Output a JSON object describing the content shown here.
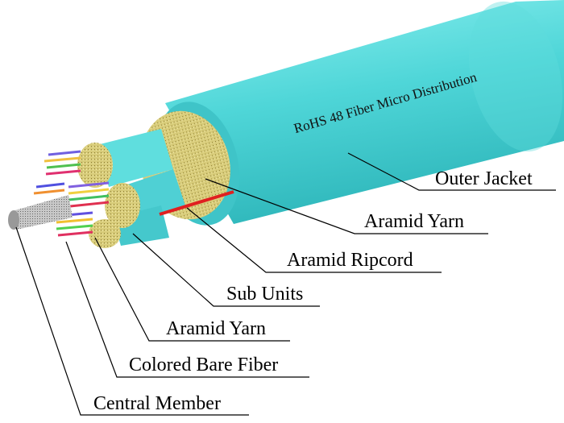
{
  "title_on_jacket": "RoHS 48 Fiber Micro Distribution",
  "labels": {
    "outer_jacket": "Outer Jacket",
    "aramid_yarn_outer": "Aramid Yarn",
    "aramid_ripcord": "Aramid Ripcord",
    "sub_units": "Sub Units",
    "aramid_yarn_inner": "Aramid Yarn",
    "colored_bare_fiber": "Colored Bare Fiber",
    "central_member": "Central Member"
  },
  "colors": {
    "jacket": "#4fd6d8",
    "yarn": "#d8cc7a",
    "ripcord": "#e02020",
    "member": "#b8b8b8"
  }
}
